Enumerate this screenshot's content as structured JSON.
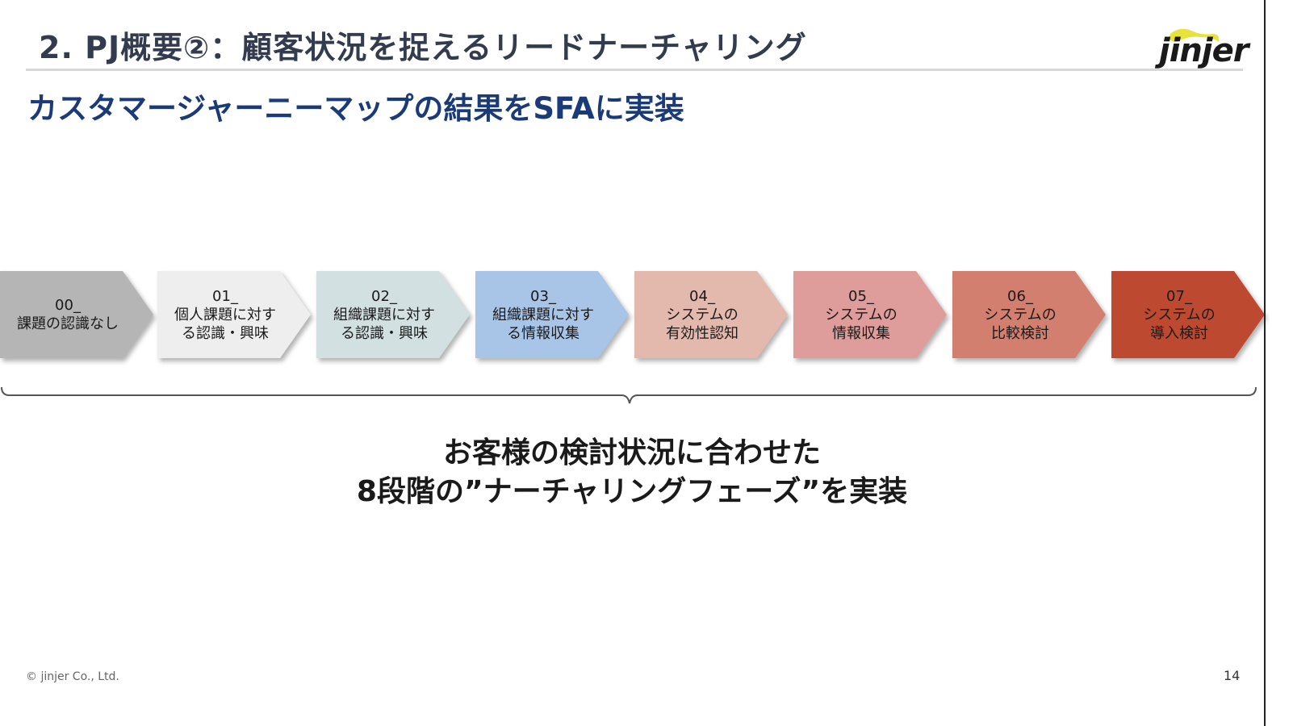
{
  "title": "2.  PJ概要②：顧客状況を捉えるリードナーチャリング",
  "subtitle": "カスタマージャーニーマップの結果をSFAに実装",
  "logo": "jinjer",
  "phases": [
    {
      "num": "00_",
      "lines": [
        "課題の認識なし"
      ],
      "color": "#b5b5b5"
    },
    {
      "num": "01_",
      "lines": [
        "個人課題に対す",
        "る認識・興味"
      ],
      "color": "#eeeeee"
    },
    {
      "num": "02_",
      "lines": [
        "組織課題に対す",
        "る認識・興味"
      ],
      "color": "#d3e0e2"
    },
    {
      "num": "03_",
      "lines": [
        "組織課題に対す",
        "る情報収集"
      ],
      "color": "#a8c4e6"
    },
    {
      "num": "04_",
      "lines": [
        "システムの",
        "有効性認知"
      ],
      "color": "#e3b9ad"
    },
    {
      "num": "05_",
      "lines": [
        "システムの",
        "情報収集"
      ],
      "color": "#de9c9a"
    },
    {
      "num": "06_",
      "lines": [
        "システムの",
        "比較検討"
      ],
      "color": "#d27f6f"
    },
    {
      "num": "07_",
      "lines": [
        "システムの",
        "導入検討"
      ],
      "color": "#bd4a30"
    }
  ],
  "message": {
    "line1": "お客様の検討状況に合わせた",
    "line2": "8段階の”ナーチャリングフェーズ”を実装"
  },
  "footer": "© jinjer Co., Ltd.",
  "page_number": "14"
}
